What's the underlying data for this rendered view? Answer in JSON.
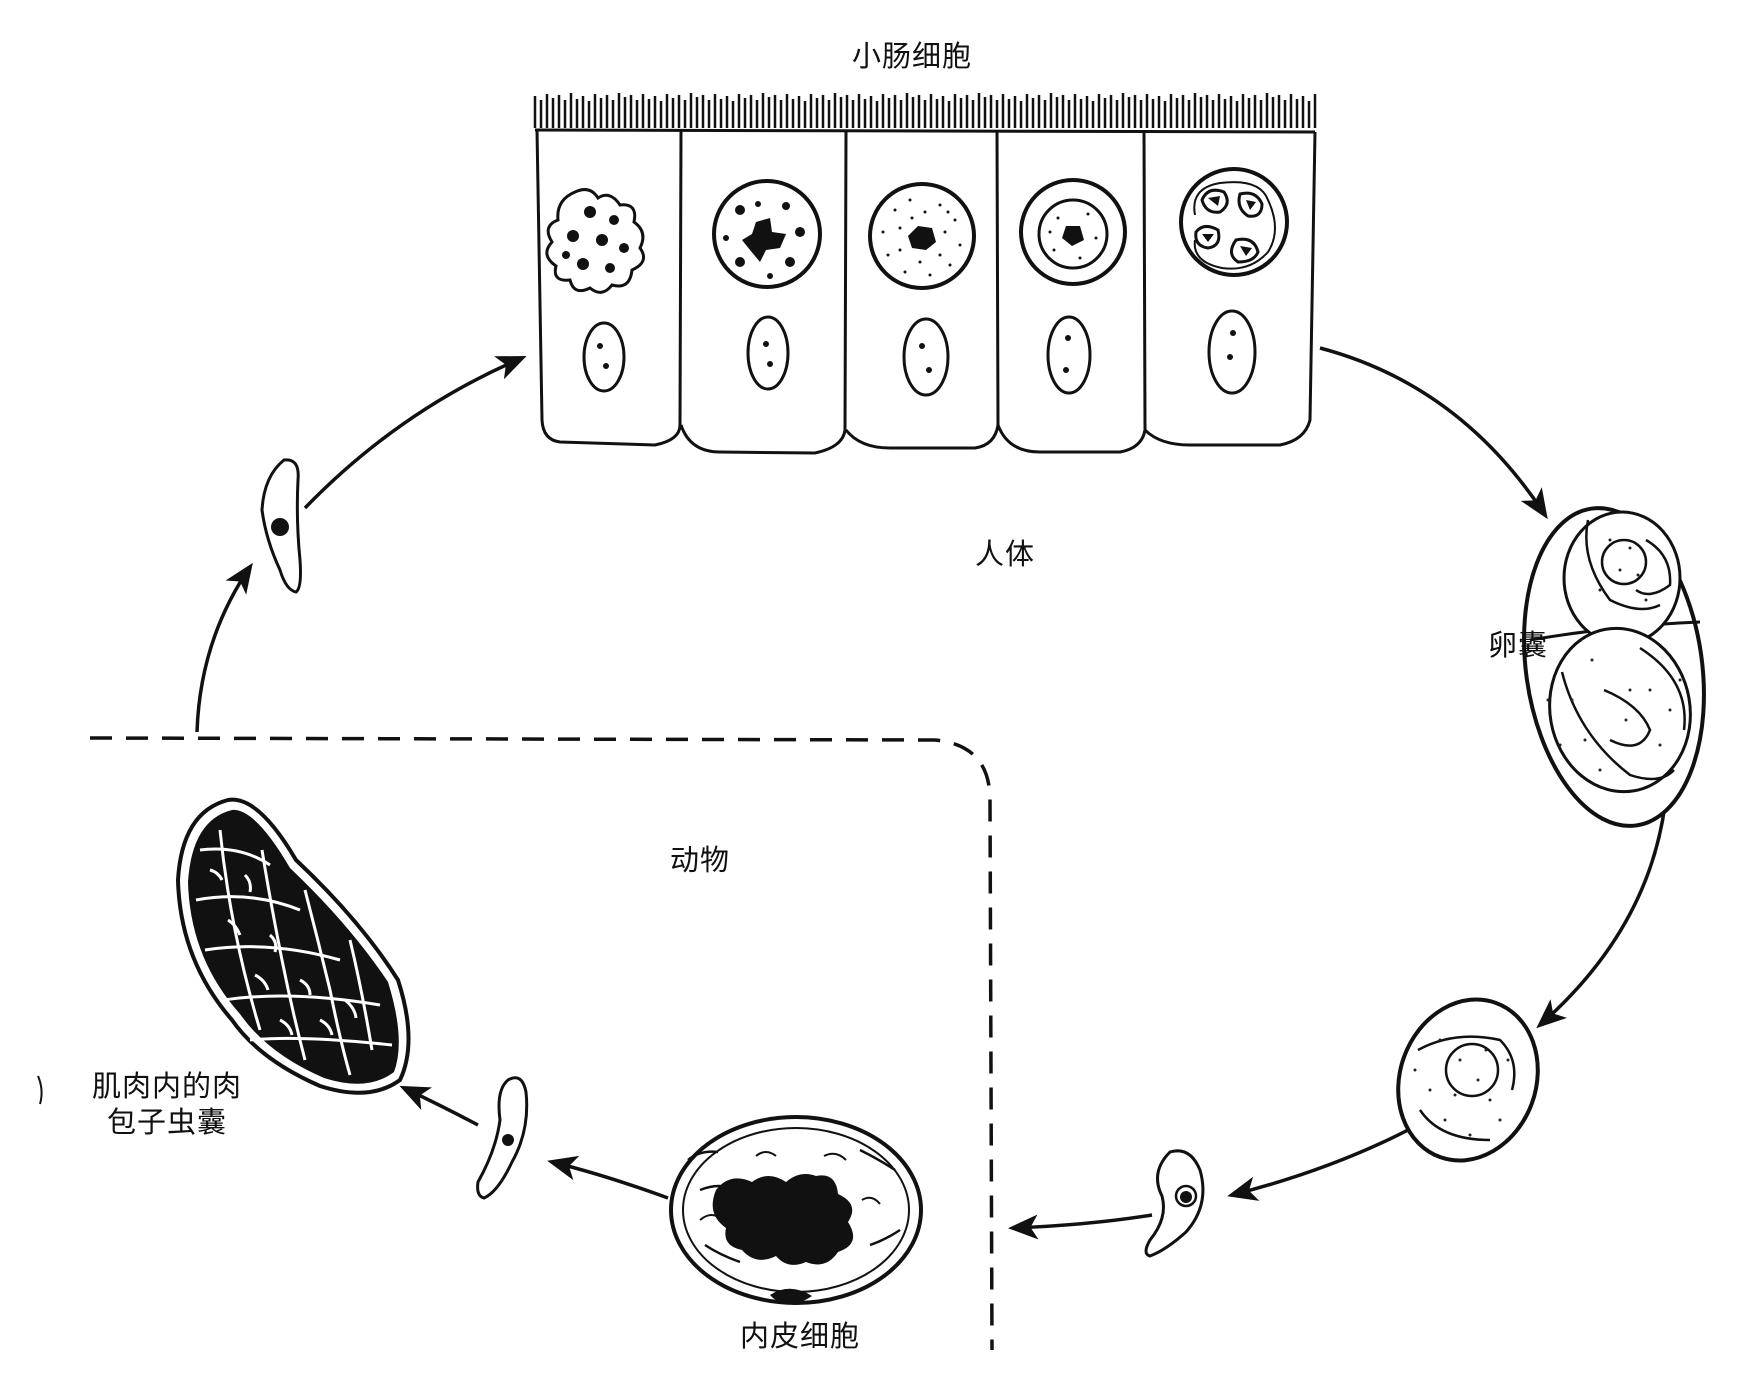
{
  "labels": {
    "small_intestine_cells": "小肠细胞",
    "human_host": "人体",
    "oocyst": "卵囊",
    "animal_host": "动物",
    "sarcocyst_line1": "肌肉内的肉",
    "sarcocyst_line2": "包子虫囊",
    "endothelial_cell": "内皮细胞"
  },
  "colors": {
    "ink": "#111111",
    "background": "#ffffff"
  }
}
